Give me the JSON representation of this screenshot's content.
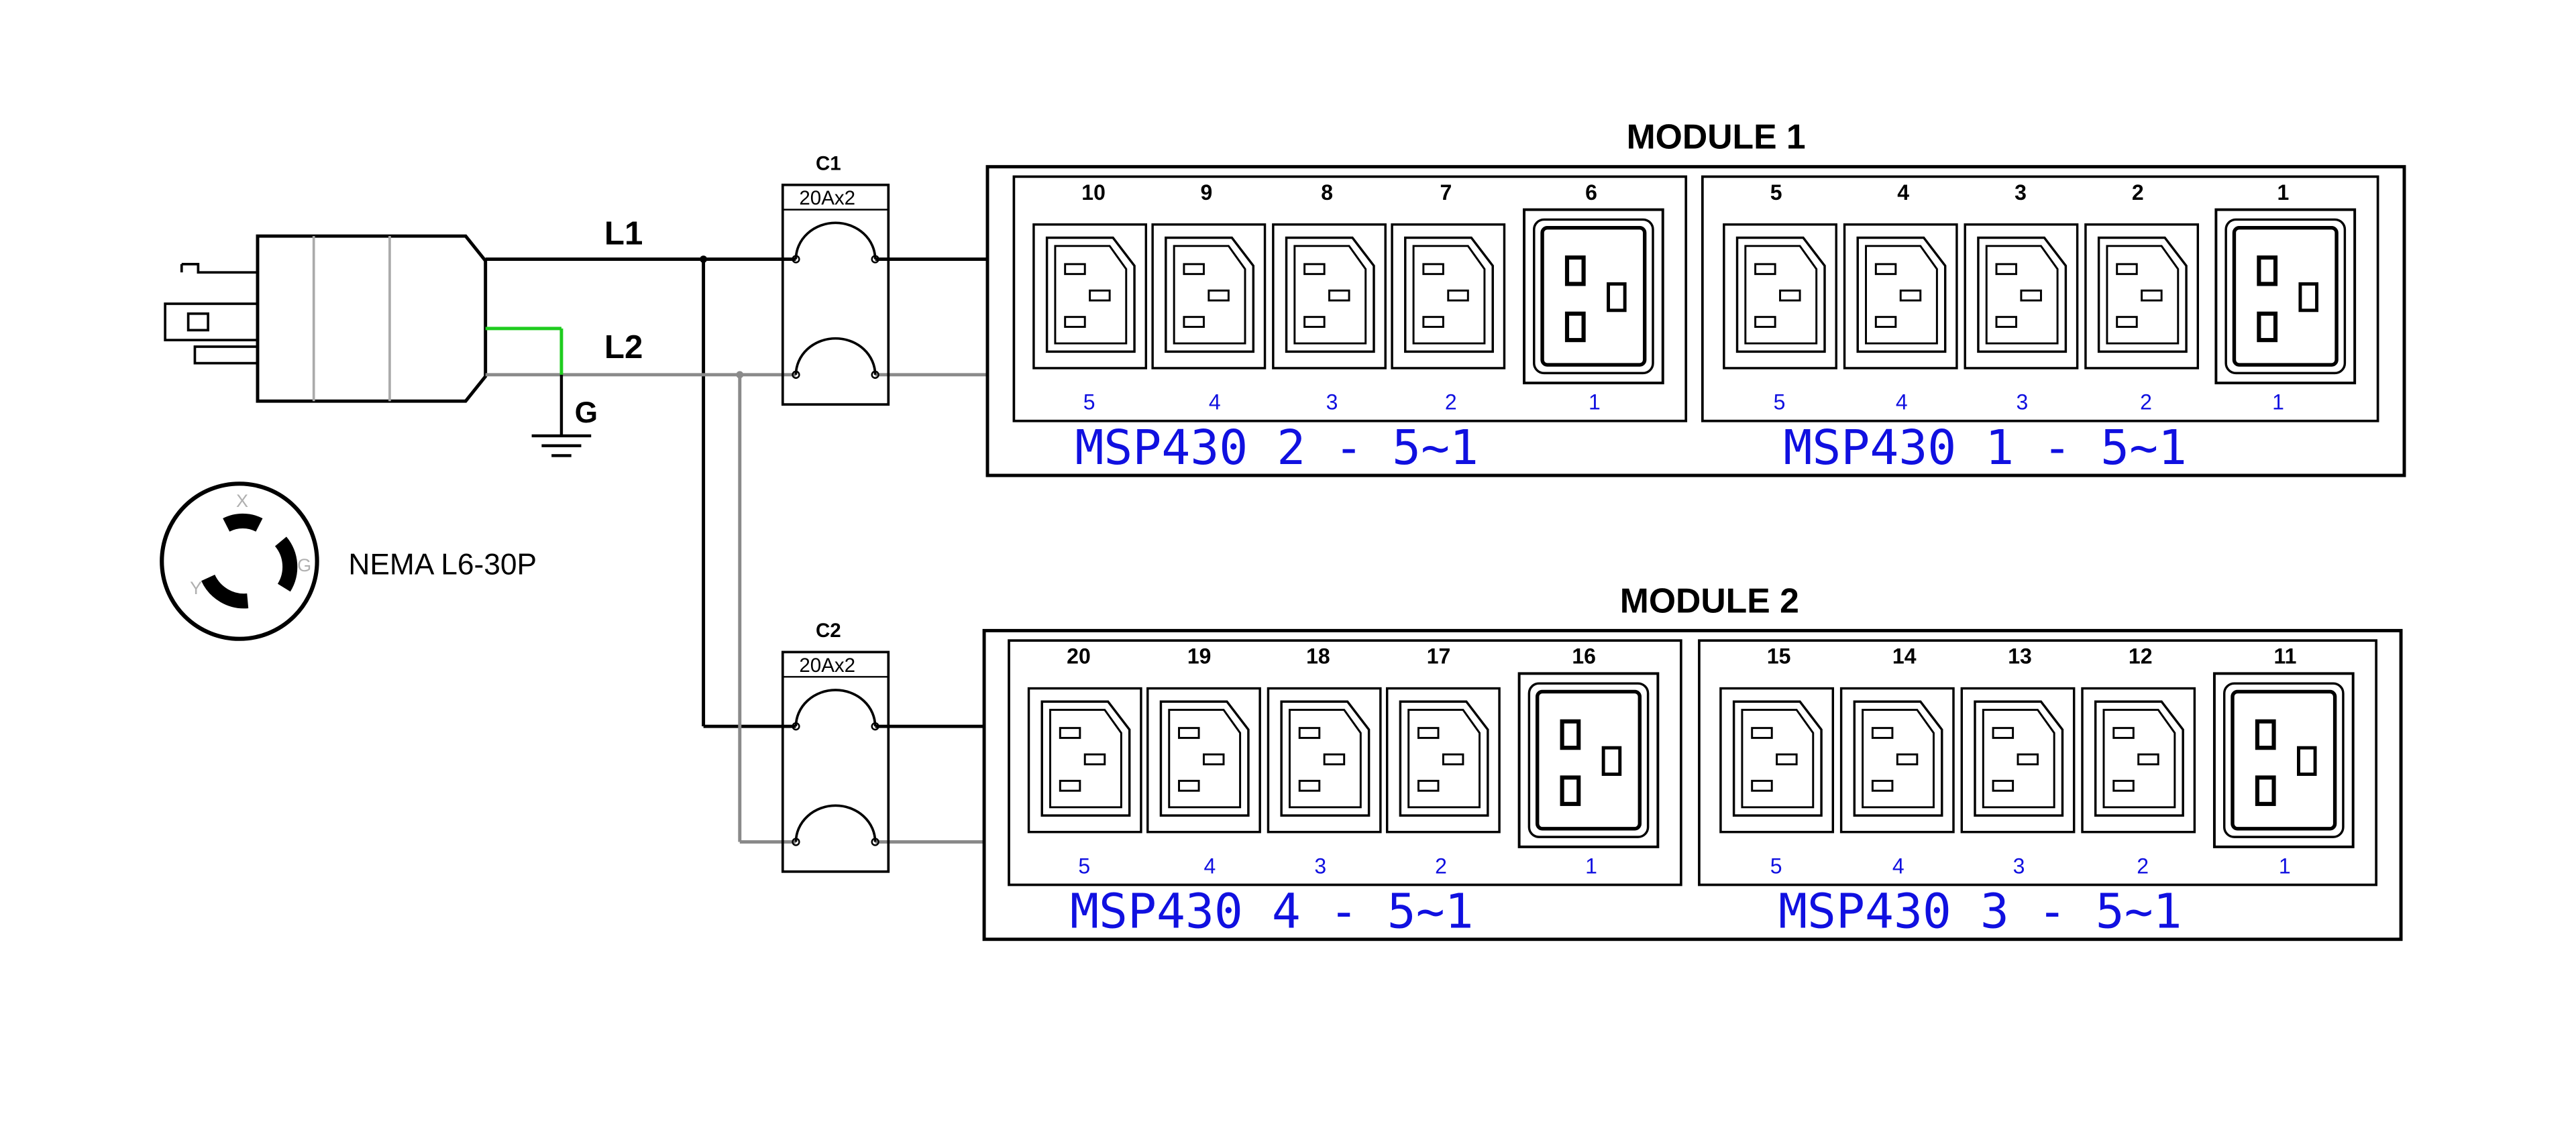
{
  "colors": {
    "line": "#000000",
    "neutral_wire": "#8a8a8a",
    "ground_wire": "#1ecc1e",
    "outlet_text": "#1010e0"
  },
  "plug": {
    "name": "NEMA L6-30P",
    "terminals": [
      "X",
      "Y",
      "G"
    ]
  },
  "wires": {
    "l1": "L1",
    "l2": "L2",
    "ground": "G"
  },
  "breakers": [
    {
      "id": "C1",
      "rating": "20Ax2"
    },
    {
      "id": "C2",
      "rating": "20Ax2"
    }
  ],
  "modules": [
    {
      "title": "MODULE 1",
      "groups": [
        {
          "label": "MSP430 2 - 5~1",
          "outlet_numbers": [
            "10",
            "9",
            "8",
            "7",
            "6"
          ],
          "sub_numbers": [
            "5",
            "4",
            "3",
            "2",
            "1"
          ]
        },
        {
          "label": "MSP430 1 - 5~1",
          "outlet_numbers": [
            "5",
            "4",
            "3",
            "2",
            "1"
          ],
          "sub_numbers": [
            "5",
            "4",
            "3",
            "2",
            "1"
          ]
        }
      ]
    },
    {
      "title": "MODULE 2",
      "groups": [
        {
          "label": "MSP430 4 - 5~1",
          "outlet_numbers": [
            "20",
            "19",
            "18",
            "17",
            "16"
          ],
          "sub_numbers": [
            "5",
            "4",
            "3",
            "2",
            "1"
          ]
        },
        {
          "label": "MSP430 3 - 5~1",
          "outlet_numbers": [
            "15",
            "14",
            "13",
            "12",
            "11"
          ],
          "sub_numbers": [
            "5",
            "4",
            "3",
            "2",
            "1"
          ]
        }
      ]
    }
  ]
}
